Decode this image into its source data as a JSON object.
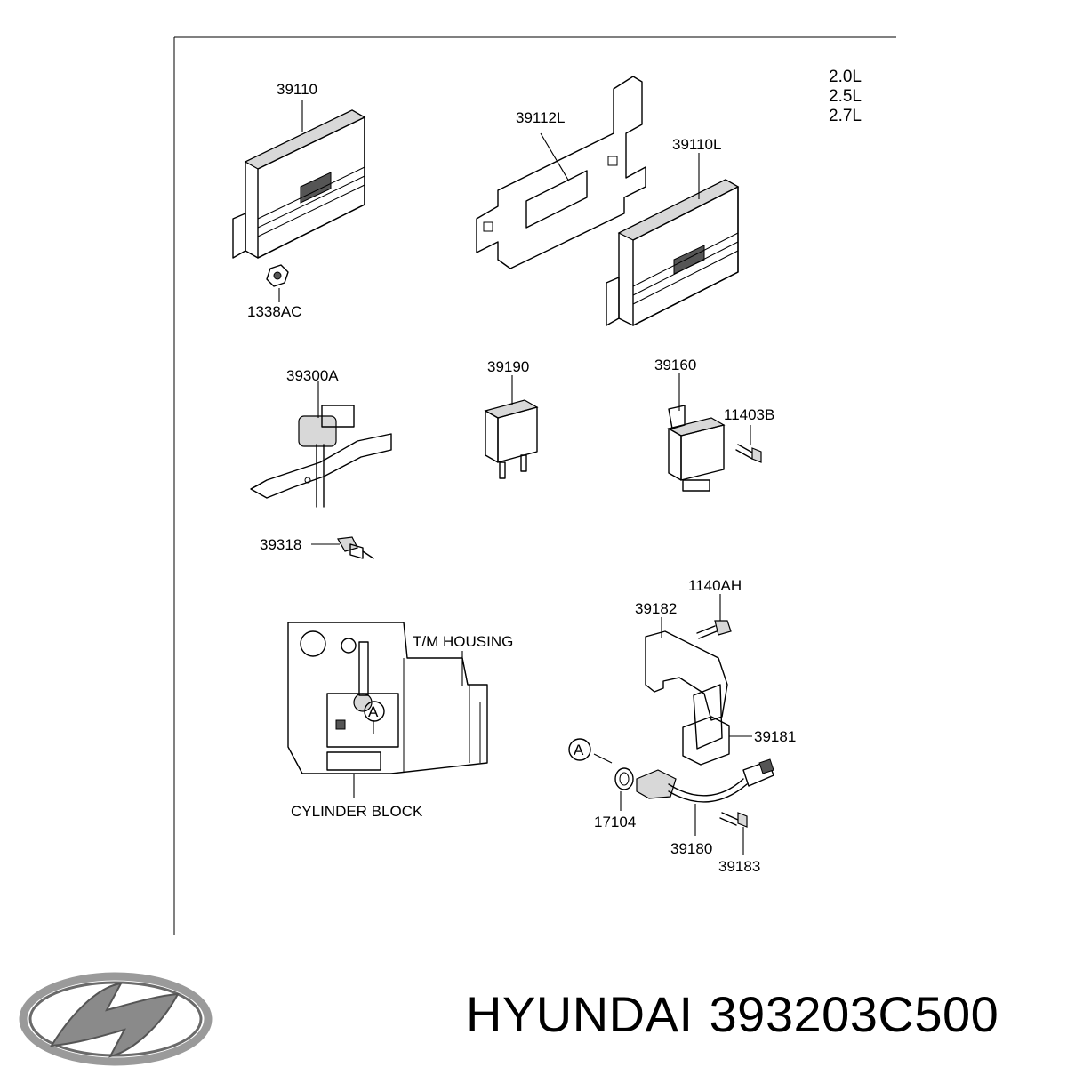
{
  "engine_variants": [
    "2.0L",
    "2.5L",
    "2.7L"
  ],
  "callouts": {
    "p39110": "39110",
    "p1338AC": "1338AC",
    "p39112L": "39112L",
    "p39110L": "39110L",
    "p39300A": "39300A",
    "p39190": "39190",
    "p39160": "39160",
    "p11403B": "11403B",
    "p39318": "39318",
    "p1140AH": "1140AH",
    "p39182": "39182",
    "p39181": "39181",
    "p17104": "17104",
    "p39180": "39180",
    "p39183": "39183"
  },
  "labels": {
    "tm_housing": "T/M HOUSING",
    "cylinder_block": "CYLINDER BLOCK",
    "ref_a_1": "A",
    "ref_a_2": "A"
  },
  "footer": {
    "brand": "HYUNDAI",
    "part_number": "393203C500"
  },
  "icons": {
    "logo": "hyundai-logo-icon"
  }
}
